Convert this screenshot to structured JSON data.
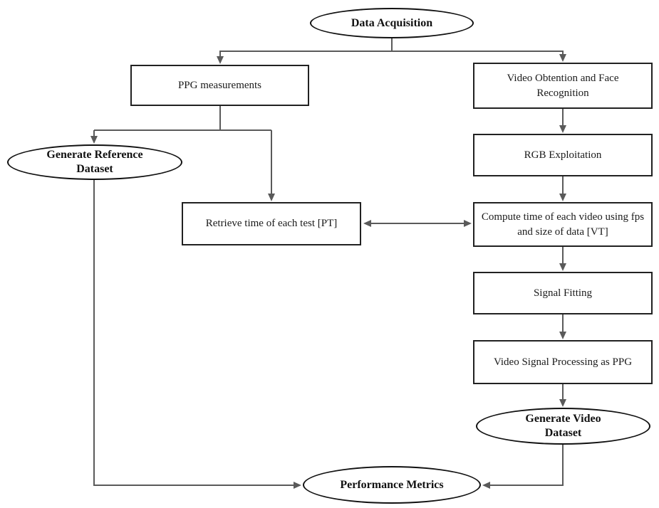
{
  "diagram_type": "flowchart",
  "colors": {
    "background": "#ffffff",
    "connector": "#5a5a5a",
    "box_border": "#212121",
    "ellipse_border": "#111111",
    "text": "#1a1a1a"
  },
  "nodes": {
    "data_acquisition": {
      "shape": "ellipse",
      "label": "Data Acquisition"
    },
    "ppg_measurements": {
      "shape": "box",
      "label": "PPG measurements"
    },
    "video_obtention": {
      "shape": "box",
      "label": "Video Obtention and Face Recognition"
    },
    "generate_reference_dataset": {
      "shape": "ellipse",
      "label": "Generate Reference Dataset"
    },
    "rgb_exploitation": {
      "shape": "box",
      "label": "RGB Exploitation"
    },
    "retrieve_time": {
      "shape": "box",
      "label": "Retrieve time of each test [PT]"
    },
    "compute_time": {
      "shape": "box",
      "label": "Compute time of each video using fps and size of data [VT]"
    },
    "signal_fitting": {
      "shape": "box",
      "label": "Signal Fitting"
    },
    "video_signal_processing": {
      "shape": "box",
      "label": "Video Signal Processing as PPG"
    },
    "generate_video_dataset": {
      "shape": "ellipse",
      "label": "Generate Video Dataset"
    },
    "performance_metrics": {
      "shape": "ellipse",
      "label": "Performance Metrics"
    }
  },
  "edges": [
    {
      "from": "data_acquisition",
      "to": "ppg_measurements",
      "direction": "one-way"
    },
    {
      "from": "data_acquisition",
      "to": "video_obtention",
      "direction": "one-way"
    },
    {
      "from": "ppg_measurements",
      "to": "generate_reference_dataset",
      "direction": "one-way"
    },
    {
      "from": "ppg_measurements",
      "to": "retrieve_time",
      "direction": "one-way"
    },
    {
      "from": "retrieve_time",
      "to": "compute_time",
      "direction": "two-way"
    },
    {
      "from": "video_obtention",
      "to": "rgb_exploitation",
      "direction": "one-way"
    },
    {
      "from": "rgb_exploitation",
      "to": "compute_time",
      "direction": "one-way"
    },
    {
      "from": "compute_time",
      "to": "signal_fitting",
      "direction": "one-way"
    },
    {
      "from": "signal_fitting",
      "to": "video_signal_processing",
      "direction": "one-way"
    },
    {
      "from": "video_signal_processing",
      "to": "generate_video_dataset",
      "direction": "one-way"
    },
    {
      "from": "generate_reference_dataset",
      "to": "performance_metrics",
      "direction": "one-way"
    },
    {
      "from": "generate_video_dataset",
      "to": "performance_metrics",
      "direction": "one-way"
    }
  ]
}
